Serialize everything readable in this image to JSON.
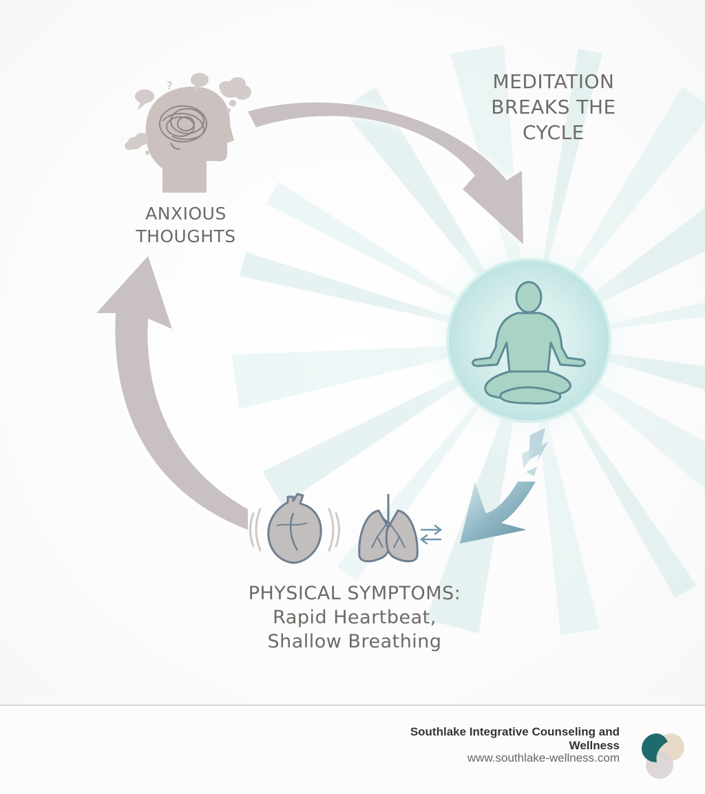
{
  "diagram": {
    "title": "MEDITATION BREAKS THE CYCLE",
    "title_lines": [
      "MEDITATION",
      "BREAKS THE",
      "CYCLE"
    ],
    "nodes": {
      "anxious_thoughts": {
        "lines": [
          "ANXIOUS",
          "THOUGHTS"
        ],
        "icon": "head-tangled-thoughts-icon"
      },
      "meditation": {
        "icon": "meditating-person-icon"
      },
      "physical_symptoms": {
        "heading": "PHYSICAL SYMPTOMS:",
        "detail_lines": [
          "Rapid Heartbeat,",
          "Shallow Breathing"
        ],
        "icons": [
          "heart-icon",
          "lungs-icon"
        ]
      }
    },
    "edges": [
      {
        "from": "anxious_thoughts",
        "to": "meditation",
        "style": "gray-arrow"
      },
      {
        "from": "meditation",
        "to": "physical_symptoms",
        "style": "broken-blue-arrow"
      },
      {
        "from": "physical_symptoms",
        "to": "anxious_thoughts",
        "style": "gray-arrow"
      }
    ],
    "colors": {
      "arrow_gray": "#c9c1c1",
      "glow_teal": "#bfe3e2",
      "meditation_figure": "#a9d3c4",
      "broken_arrow_blue": "#6b98ab",
      "text": "#6e6965"
    }
  },
  "footer": {
    "organization": "Southlake Integrative Counseling and Wellness",
    "website": "www.southlake-wellness.com",
    "logo_colors": [
      "#1f6b6b",
      "#e6d5c2",
      "#d9d3d3"
    ]
  }
}
